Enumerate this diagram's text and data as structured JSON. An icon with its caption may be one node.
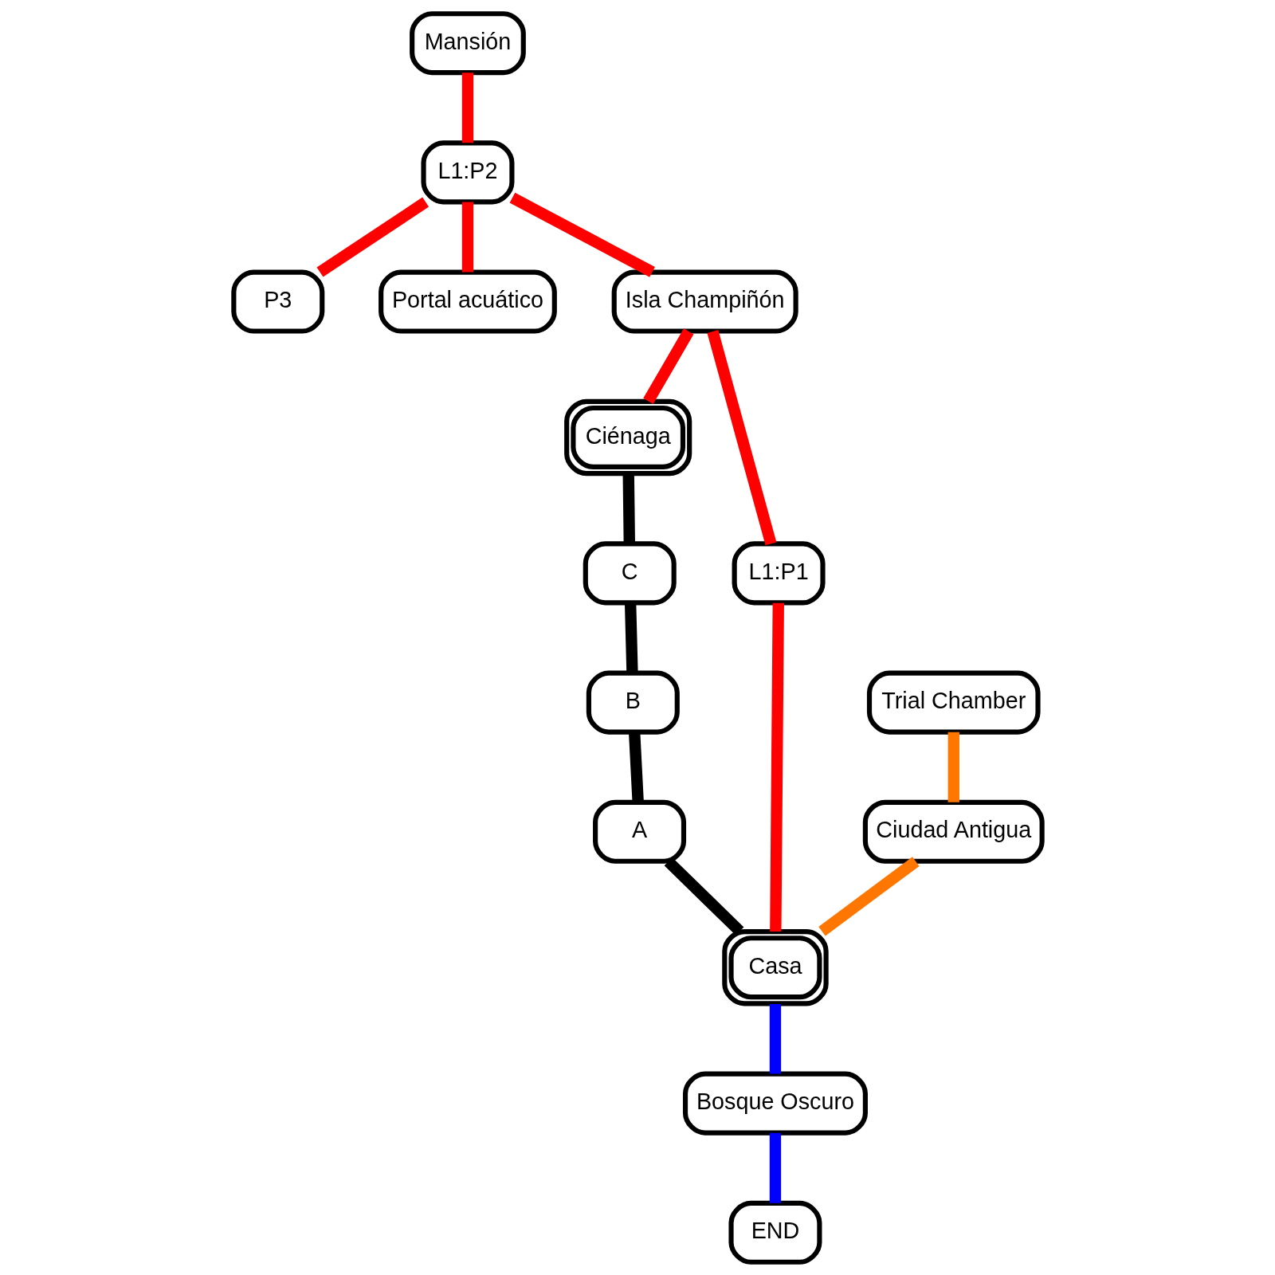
{
  "diagram": {
    "nodes": [
      {
        "text": [
          "Mansión"
        ]
      },
      {
        "text": [
          "P3"
        ]
      },
      {
        "text": [
          "L1:P2"
        ]
      },
      {
        "text": [
          "Portal acuático"
        ]
      },
      {
        "text": [
          "Isla Champiñón"
        ]
      },
      {
        "text": [
          "Ciénaga"
        ]
      },
      {
        "text": [
          "B"
        ]
      },
      {
        "text": [
          "C"
        ]
      },
      {
        "text": [
          "A"
        ]
      },
      {
        "text": [
          "L1:P1"
        ]
      },
      {
        "text": [
          "Trial Chamber"
        ]
      },
      {
        "text": [
          "Ciudad Antigua"
        ]
      },
      {
        "text": [
          "Casa"
        ]
      },
      {
        "text": [
          "Bosque Oscuro"
        ]
      },
      {
        "text": [
          "END"
        ]
      }
    ],
    "edges": [
      {
        "from": 0,
        "to": 2,
        "arrow": "none"
      },
      {
        "from": 2,
        "to": 4,
        "arrow": "none"
      },
      {
        "from": 2,
        "to": 1,
        "arrow": "none"
      },
      {
        "from": 2,
        "to": 3,
        "arrow": "none"
      },
      {
        "from": 4,
        "to": 9,
        "arrow": "none"
      },
      {
        "from": 4,
        "to": 5,
        "arrow": "none"
      },
      {
        "from": 9,
        "to": 12,
        "arrow": "none"
      },
      {
        "from": 5,
        "to": 7,
        "arrow": "none",
        "color": "#000000"
      },
      {
        "from": 7,
        "to": 6,
        "arrow": "none",
        "color": "#000000"
      },
      {
        "from": 6,
        "to": 8,
        "arrow": "none",
        "color": "#000000"
      },
      {
        "from": 8,
        "to": 12,
        "arrow": "none",
        "color": "#000000"
      },
      {
        "from": 10,
        "to": 11,
        "arrow": "none",
        "color": "#ff7700"
      },
      {
        "from": 11,
        "to": 12,
        "arrow": "none",
        "color": "#ff7700"
      },
      {
        "from": 12,
        "to": 13,
        "arrow": "none",
        "color": "#0000ff"
      },
      {
        "from": 13,
        "to": 14,
        "arrow": "none",
        "color": "#0000ff"
      }
    ]
  }
}
